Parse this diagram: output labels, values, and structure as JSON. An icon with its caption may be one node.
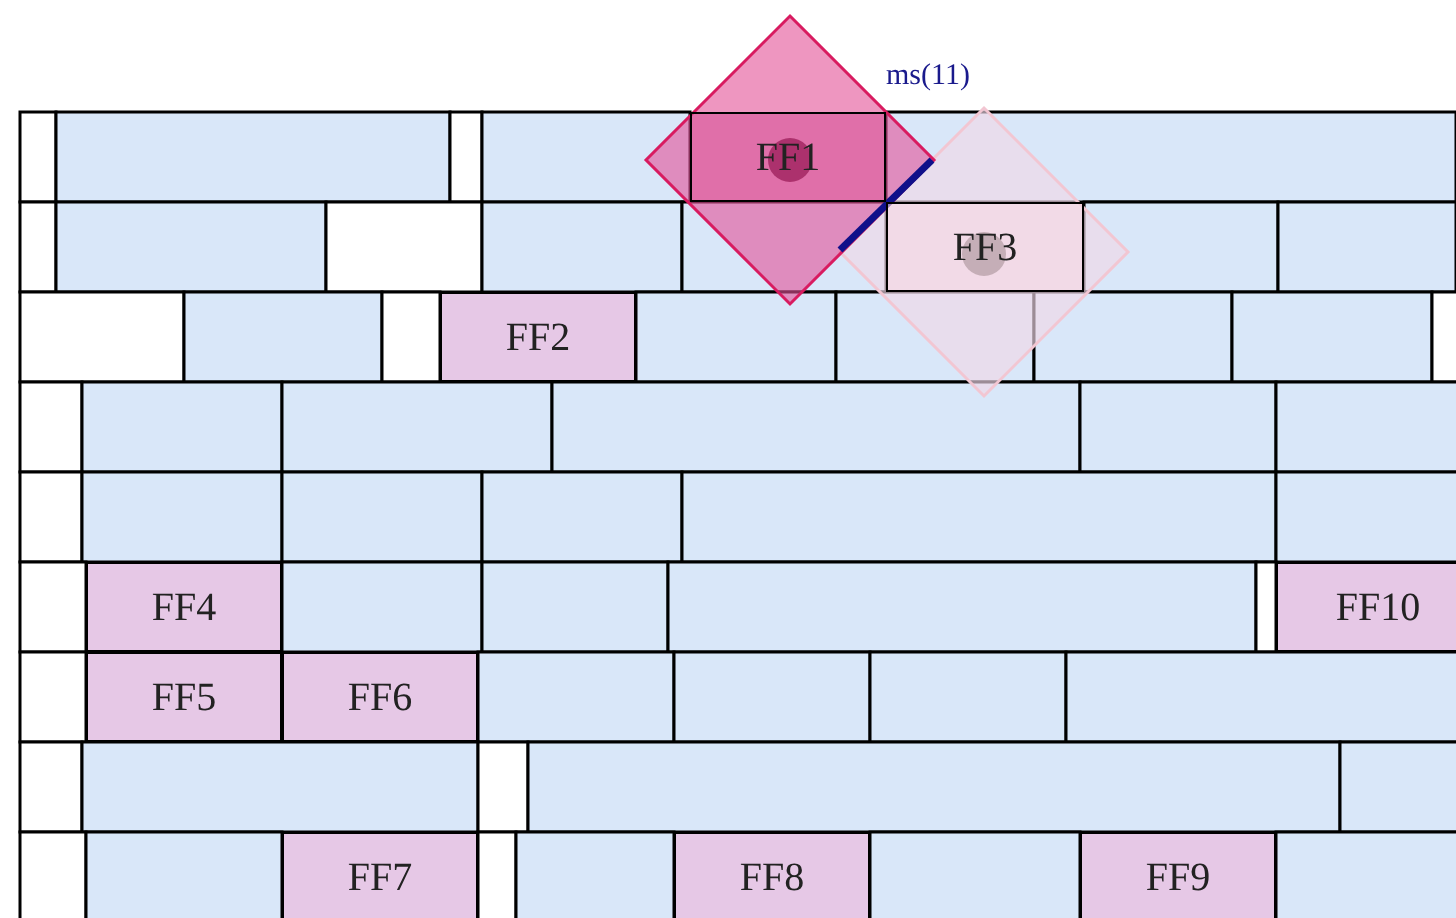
{
  "diagram": {
    "nodes": [
      {
        "text": [
          "FF1"
        ]
      },
      {
        "text": [
          "FF3"
        ]
      },
      {
        "text": [
          "FF2"
        ]
      },
      {
        "text": [
          "FF4"
        ]
      },
      {
        "text": [
          "FF10"
        ]
      },
      {
        "text": [
          "FF5"
        ]
      },
      {
        "text": [
          "FF6"
        ]
      },
      {
        "text": [
          "FF7"
        ]
      },
      {
        "text": [
          "FF8"
        ]
      },
      {
        "text": [
          "FF9"
        ]
      }
    ],
    "labels": [
      "ms(11)"
    ]
  }
}
